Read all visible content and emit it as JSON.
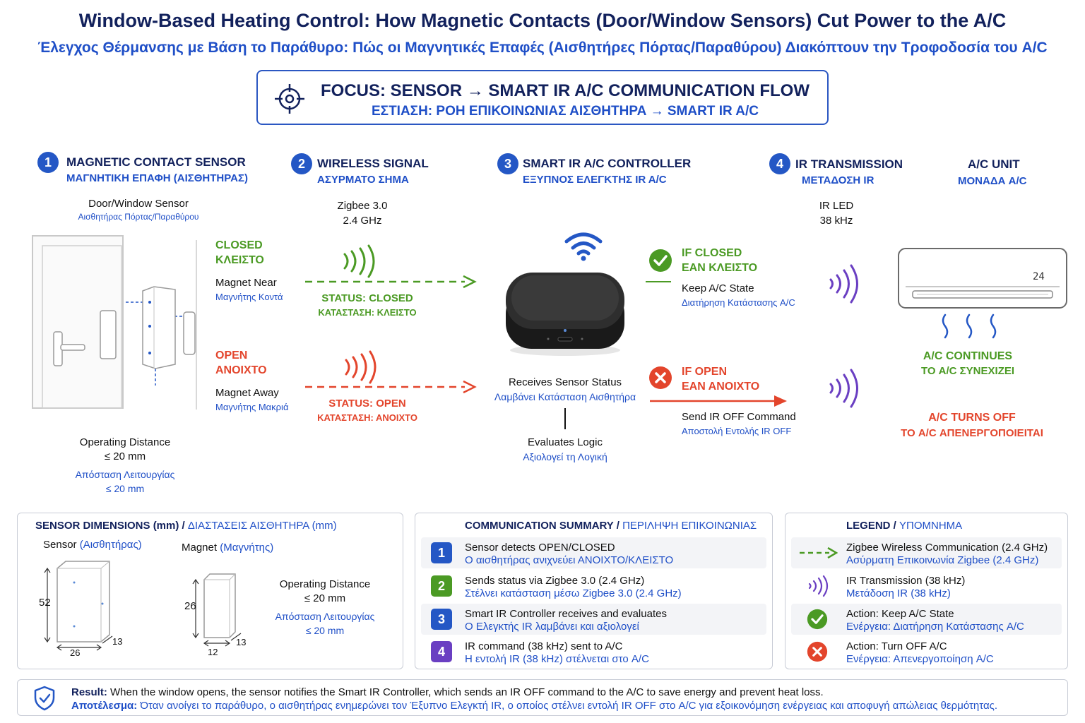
{
  "header": {
    "title": "Window-Based Heating Control: How Magnetic Contacts (Door/Window Sensors) Cut Power to the A/C",
    "subtitle": "Έλεγχος Θέρμανσης με Βάση το Παράθυρο: Πώς οι Μαγνητικές Επαφές (Αισθητήρες Πόρτας/Παραθύρου) Διακόπτουν την Τροφοδοσία του A/C"
  },
  "focus": {
    "en": "FOCUS: SENSOR → SMART IR A/C COMMUNICATION FLOW",
    "gr": "ΕΣΤΙΑΣΗ: ΡΟΗ ΕΠΙΚΟΙΝΩΝΙΑΣ ΑΙΣΘΗΤΗΡΑ → SMART IR A/C",
    "icon": "target-icon"
  },
  "steps": [
    {
      "num": "1",
      "en": "MAGNETIC CONTACT SENSOR",
      "gr": "ΜΑΓΝΗΤΙΚΗ ΕΠΑΦΗ (ΑΙΣΘΗΤΗΡΑΣ)"
    },
    {
      "num": "2",
      "en": "WIRELESS SIGNAL",
      "gr": "ΑΣΥΡΜΑΤΟ ΣΗΜΑ"
    },
    {
      "num": "3",
      "en": "SMART IR A/C CONTROLLER",
      "gr": "ΕΞΥΠΝΟΣ ΕΛΕΓΚΤΗΣ IR A/C"
    },
    {
      "num": "4",
      "en": "IR TRANSMISSION",
      "gr": "ΜΕΤΑΔΟΣΗ IR"
    },
    {
      "num": "",
      "en": "A/C UNIT",
      "gr": "ΜΟΝΑΔΑ A/C"
    }
  ],
  "sensor": {
    "label_en": "Door/Window Sensor",
    "label_gr": "Αισθητήρας Πόρτας/Παραθύρου",
    "closed_en": "CLOSED",
    "closed_gr": "ΚΛΕΙΣΤΟ",
    "near_en": "Magnet Near",
    "near_gr": "Μαγνήτης Κοντά",
    "open_en": "OPEN",
    "open_gr": "ΑΝΟΙΧΤΟ",
    "away_en": "Magnet Away",
    "away_gr": "Μαγνήτης Μακριά",
    "dist_en": "Operating Distance",
    "dist_val": "≤ 20 mm",
    "dist_gr": "Απόσταση Λειτουργίας",
    "dist_val_gr": "≤ 20 mm"
  },
  "wireless": {
    "protocol": "Zigbee 3.0",
    "freq": "2.4 GHz",
    "closed_en": "STATUS: CLOSED",
    "closed_gr": "ΚΑΤΑΣΤΑΣΗ: ΚΛΕΙΣΤΟ",
    "open_en": "STATUS: OPEN",
    "open_gr": "ΚΑΤΑΣΤΑΣΗ: ΑΝΟΙΧΤΟ",
    "green": "#4b9a24",
    "red": "#e3452c"
  },
  "controller": {
    "receives_en": "Receives Sensor Status",
    "receives_gr": "Λαμβάνει Κατάσταση Αισθητήρα",
    "evaluates_en": "Evaluates Logic",
    "evaluates_gr": "Αξιολογεί τη Λογική"
  },
  "ir": {
    "led": "IR LED",
    "freq": "38 kHz",
    "if_closed_en": "IF CLOSED",
    "if_closed_gr": "ΕΑΝ ΚΛΕΙΣΤΟ",
    "keep_en": "Keep A/C State",
    "keep_gr": "Διατήρηση Κατάστασης A/C",
    "if_open_en": "IF OPEN",
    "if_open_gr": "ΕΑΝ ΑΝΟΙΧΤΟ",
    "send_en": "Send IR OFF Command",
    "send_gr": "Αποστολή Εντολής IR OFF",
    "purple": "#6a3fc2"
  },
  "ac": {
    "display": "24",
    "continues_en": "A/C CONTINUES",
    "continues_gr": "ΤΟ A/C ΣΥΝΕΧΙΖΕΙ",
    "off_en": "A/C TURNS OFF",
    "off_gr": "ΤΟ A/C ΑΠΕΝΕΡΓΟΠΟΙΕΙΤΑΙ"
  },
  "dimensions": {
    "head_en": "SENSOR DIMENSIONS (mm) /",
    "head_gr": "ΔΙΑΣΤΑΣΕΙΣ ΑΙΣΘΗΤΗΡΑ (mm)",
    "sensor_en": "Sensor",
    "sensor_gr": "(Αισθητήρας)",
    "magnet_en": "Magnet",
    "magnet_gr": "(Μαγνήτης)",
    "sensor_h": "52",
    "sensor_w": "26",
    "sensor_d": "13",
    "magnet_h": "26",
    "magnet_w": "12",
    "magnet_d": "13",
    "dist_en": "Operating Distance",
    "dist_val": "≤ 20 mm",
    "dist_gr": "Απόσταση Λειτουργίας",
    "dist_val_gr": "≤ 20 mm"
  },
  "summary": {
    "head_en": "COMMUNICATION SUMMARY /",
    "head_gr": "ΠΕΡΙΛΗΨΗ ΕΠΙΚΟΙΝΩΝΙΑΣ",
    "rows": [
      {
        "num": "1",
        "color": "#2457c5",
        "en": "Sensor detects OPEN/CLOSED",
        "gr": "Ο αισθητήρας ανιχνεύει ΑΝΟΙΧΤΟ/ΚΛΕΙΣΤΟ"
      },
      {
        "num": "2",
        "color": "#4b9a24",
        "en": "Sends status via Zigbee 3.0 (2.4 GHz)",
        "gr": "Στέλνει κατάσταση μέσω Zigbee 3.0 (2.4 GHz)"
      },
      {
        "num": "3",
        "color": "#2457c5",
        "en": "Smart IR Controller receives and evaluates",
        "gr": "Ο Ελεγκτής IR λαμβάνει και αξιολογεί"
      },
      {
        "num": "4",
        "color": "#6a3fc2",
        "en": "IR command (38 kHz) sent to A/C",
        "gr": "Η εντολή IR (38 kHz) στέλνεται στο A/C"
      }
    ]
  },
  "legend": {
    "head_en": "LEGEND /",
    "head_gr": "ΥΠΟΜΝΗΜΑ",
    "rows": [
      {
        "icon": "dashed-arrow-icon",
        "en": "Zigbee Wireless Communication (2.4 GHz)",
        "gr": "Ασύρματη Επικοινωνία Zigbee (2.4 GHz)"
      },
      {
        "icon": "ir-wave-icon",
        "en": "IR Transmission (38 kHz)",
        "gr": "Μετάδοση IR (38 kHz)"
      },
      {
        "icon": "check-icon",
        "en": "Action: Keep A/C State",
        "gr": "Ενέργεια: Διατήρηση Κατάστασης A/C"
      },
      {
        "icon": "cross-icon",
        "en": "Action: Turn OFF A/C",
        "gr": "Ενέργεια: Απενεργοποίηση A/C"
      }
    ]
  },
  "result": {
    "label_en": "Result:",
    "text_en": "When the window opens, the sensor notifies the Smart IR Controller, which sends an IR OFF command to the A/C to save energy and prevent heat loss.",
    "label_gr": "Αποτέλεσμα:",
    "text_gr": "Όταν ανοίγει το παράθυρο, ο αισθητήρας ενημερώνει τον Έξυπνο Ελεγκτή IR, ο οποίος στέλνει εντολή IR OFF στο A/C για εξοικονόμηση ενέργειας και αποφυγή απώλειας θερμότητας."
  }
}
